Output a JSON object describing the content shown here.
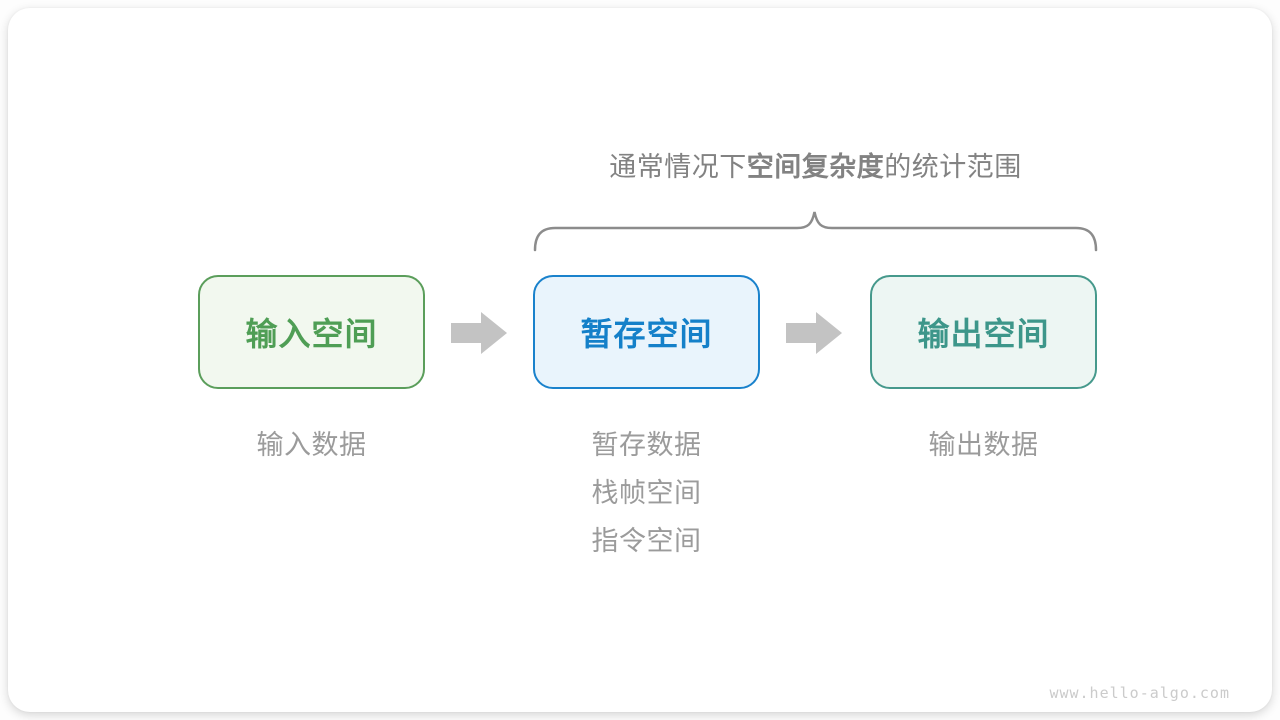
{
  "title": {
    "prefix": "通常情况下",
    "bold": "空间复杂度",
    "suffix": "的统计范围"
  },
  "boxes": [
    {
      "id": "input",
      "label": "输入空间",
      "border_color": "#5B9E5B",
      "fill_color": "#F2F8EF",
      "text_color": "#4F9E55"
    },
    {
      "id": "temp",
      "label": "暂存空间",
      "border_color": "#1A82CC",
      "fill_color": "#E9F4FC",
      "text_color": "#1480C9"
    },
    {
      "id": "output",
      "label": "输出空间",
      "border_color": "#46998C",
      "fill_color": "#EDF6F3",
      "text_color": "#3D968A"
    }
  ],
  "notes": {
    "input": [
      "输入数据"
    ],
    "temp": [
      "暂存数据",
      "栈帧空间",
      "指令空间"
    ],
    "output": [
      "输出数据"
    ]
  },
  "watermark": "www.hello-algo.com",
  "colors": {
    "card_bg": "#FFFFFF",
    "title_text": "#828282",
    "note_text": "#9B9B9B",
    "brace": "#8C8C8C",
    "arrow": "#C3C3C3",
    "watermark": "#CBCBCB"
  }
}
